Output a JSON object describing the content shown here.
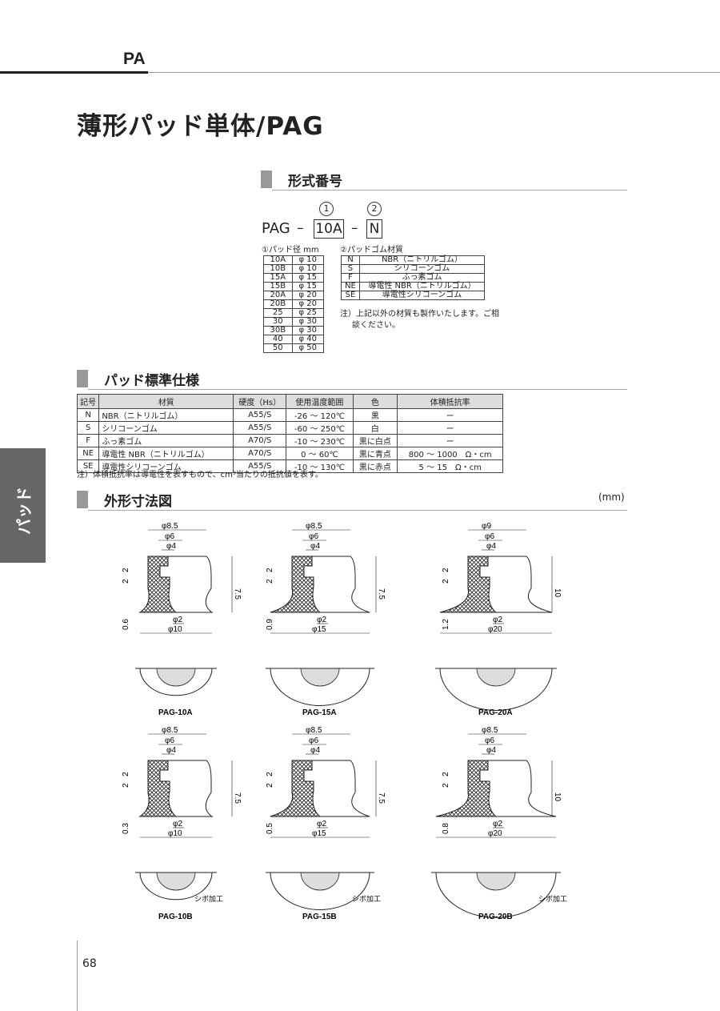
{
  "header": {
    "label": "PA"
  },
  "title": "薄形パッド単体/PAG",
  "model_section": {
    "heading": "形式番号",
    "circle1": "1",
    "circle2": "2",
    "prefix": "PAG",
    "dash": "–",
    "box1": "10A",
    "box2": "N",
    "diam_heading": "①パッド径 mm",
    "mat_heading": "②パッドゴム材質",
    "diam_rows": [
      [
        "10A",
        "φ 10"
      ],
      [
        "10B",
        "φ 10"
      ],
      [
        "15A",
        "φ 15"
      ],
      [
        "15B",
        "φ 15"
      ],
      [
        "20A",
        "φ 20"
      ],
      [
        "20B",
        "φ 20"
      ],
      [
        "25",
        "φ 25"
      ],
      [
        "30",
        "φ 30"
      ],
      [
        "30B",
        "φ 30"
      ],
      [
        "40",
        "φ 40"
      ],
      [
        "50",
        "φ 50"
      ]
    ],
    "mat_rows": [
      [
        "N",
        "NBR（ニトリルゴム）"
      ],
      [
        "S",
        "シリコーンゴム"
      ],
      [
        "F",
        "ふっ素ゴム"
      ],
      [
        "NE",
        "導電性 NBR（ニトリルゴム）"
      ],
      [
        "SE",
        "導電性シリコーンゴム"
      ]
    ],
    "mat_note1": "注）上記以外の材質も製作いたします。ご相",
    "mat_note2": "談ください。"
  },
  "spec_section": {
    "heading": "パッド標準仕様",
    "columns": [
      "記号",
      "材質",
      "硬度（Hs）",
      "使用温度範囲",
      "色",
      "体積抵抗率"
    ],
    "rows": [
      [
        "N",
        "NBR（ニトリルゴム）",
        "A55/S",
        "-26 ～ 120℃",
        "黒",
        "ー"
      ],
      [
        "S",
        "シリコーンゴム",
        "A55/S",
        "-60 ～ 250℃",
        "白",
        "ー"
      ],
      [
        "F",
        "ふっ素ゴム",
        "A70/S",
        "-10 ～ 230℃",
        "黒に白点",
        "ー"
      ],
      [
        "NE",
        "導電性 NBR（ニトリルゴム）",
        "A70/S",
        "0 ～ 60℃",
        "黒に青点",
        "800 ～ 1000　Ω・cm"
      ],
      [
        "SE",
        "導電性シリコーンゴム",
        "A55/S",
        "-10 ～ 130℃",
        "黒に赤点",
        "5 ～ 15　Ω・cm"
      ]
    ],
    "note": "注）体積抵抗率は導電性を表すもので、cm³当たりの抵抗値を表す。"
  },
  "dim_section": {
    "heading": "外形寸法図",
    "unit": "(mm)",
    "drawings": [
      {
        "name": "PAG-10A",
        "d_top": "φ8.5",
        "d_mid": "φ6",
        "d_in": "φ4",
        "d_hole": "φ2",
        "d_base": "φ10",
        "h": "7.5",
        "h_lip": "0.6",
        "g1": "2",
        "g2": "2"
      },
      {
        "name": "PAG-15A",
        "d_top": "φ8.5",
        "d_mid": "φ6",
        "d_in": "φ4",
        "d_hole": "φ2",
        "d_base": "φ15",
        "h": "7.5",
        "h_lip": "0.9",
        "g1": "2",
        "g2": "2"
      },
      {
        "name": "PAG-20A",
        "d_top": "φ9",
        "d_mid": "φ6",
        "d_in": "φ4",
        "d_hole": "φ2",
        "d_base": "φ20",
        "h": "10",
        "h_lip": "1.2",
        "g1": "2",
        "g2": "2"
      },
      {
        "name": "PAG-10B",
        "d_top": "φ8.5",
        "d_mid": "φ6",
        "d_in": "φ4",
        "d_hole": "φ2",
        "d_base": "φ10",
        "h": "7.5",
        "h_lip": "0.3",
        "g1": "2",
        "g2": "2",
        "note": "シボ加工"
      },
      {
        "name": "PAG-15B",
        "d_top": "φ8.5",
        "d_mid": "φ6",
        "d_in": "φ4",
        "d_hole": "φ2",
        "d_base": "φ15",
        "h": "7.5",
        "h_lip": "0.5",
        "g1": "2",
        "g2": "2",
        "note": "シボ加工"
      },
      {
        "name": "PAG-20B",
        "d_top": "φ8.5",
        "d_mid": "φ6",
        "d_in": "φ4",
        "d_hole": "φ2",
        "d_base": "φ20",
        "h": "10",
        "h_lip": "0.8",
        "g1": "2",
        "g2": "2",
        "note": "シボ加工"
      }
    ]
  },
  "side_tab": "パッド",
  "page_number": "68"
}
